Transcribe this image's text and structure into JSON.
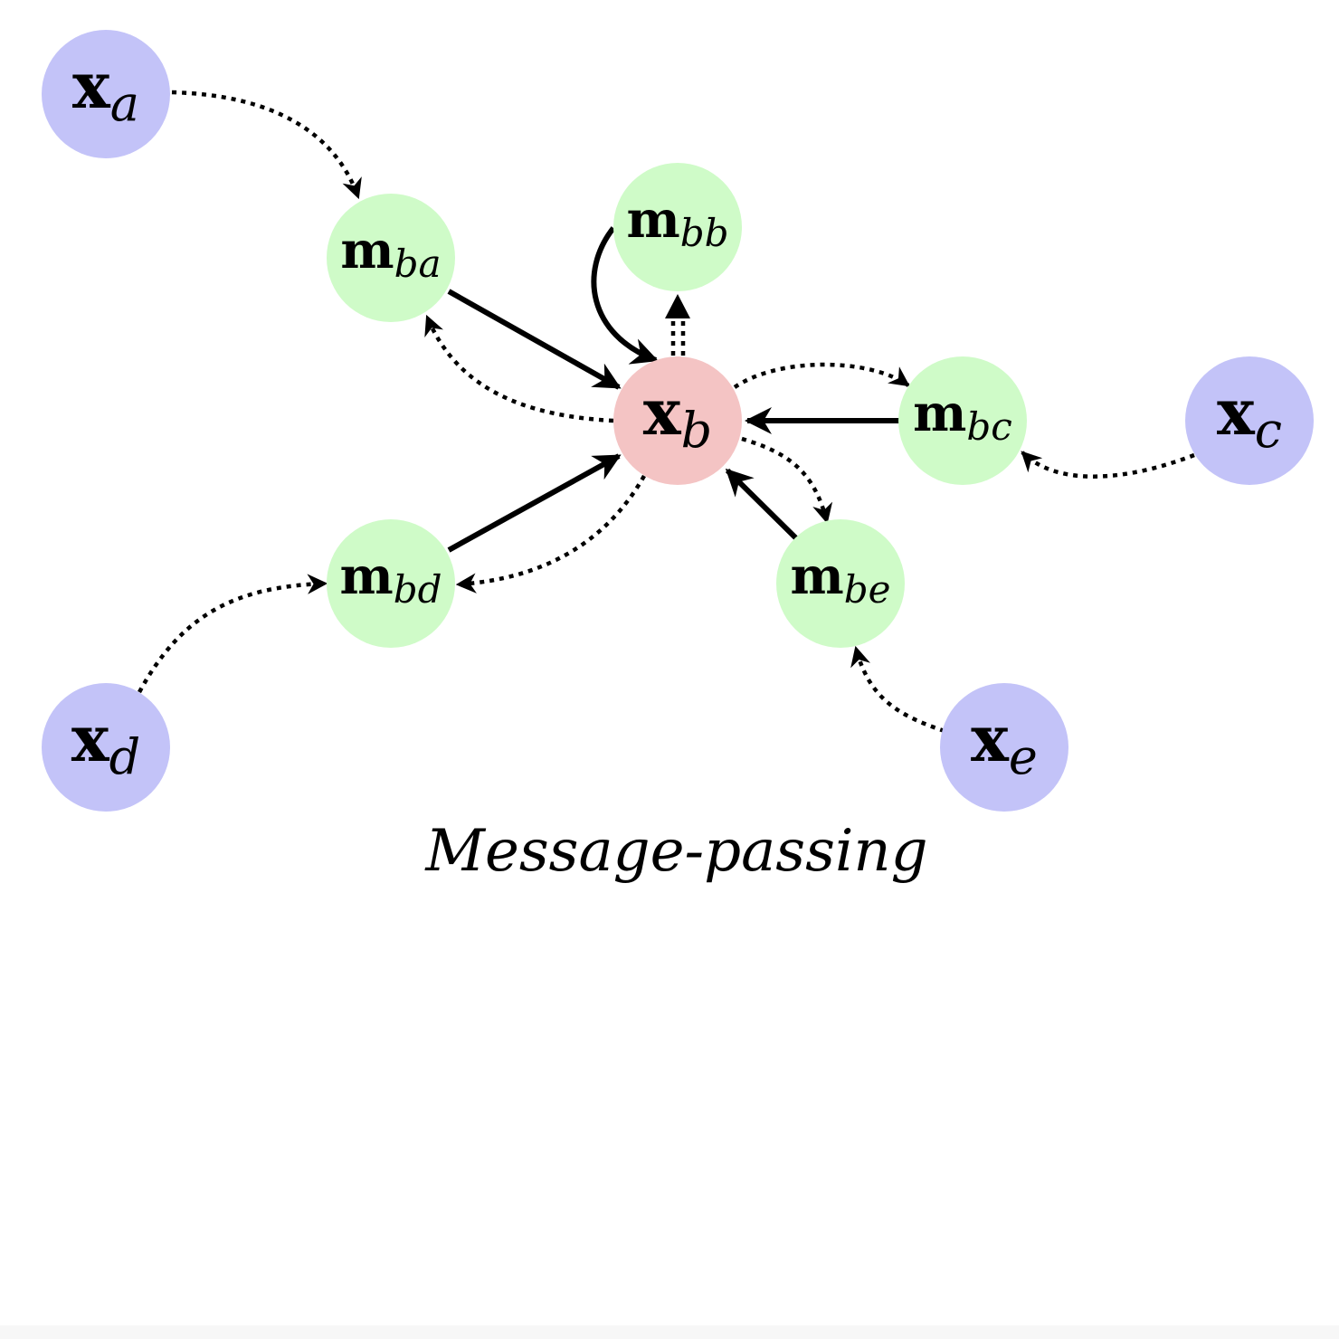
{
  "colors": {
    "input_node": "#c3c3f8",
    "message_node": "#cffbc8",
    "center_node": "#f4c4c4",
    "edge": "#000000"
  },
  "nodes": {
    "xa": {
      "main": "x",
      "sub": "a"
    },
    "xb": {
      "main": "x",
      "sub": "b"
    },
    "xc": {
      "main": "x",
      "sub": "c"
    },
    "xd": {
      "main": "x",
      "sub": "d"
    },
    "xe": {
      "main": "x",
      "sub": "e"
    },
    "mba": {
      "main": "m",
      "sub": "ba"
    },
    "mbb": {
      "main": "m",
      "sub": "bb"
    },
    "mbc": {
      "main": "m",
      "sub": "bc"
    },
    "mbd": {
      "main": "m",
      "sub": "bd"
    },
    "mbe": {
      "main": "m",
      "sub": "be"
    }
  },
  "caption": "Message-passing"
}
